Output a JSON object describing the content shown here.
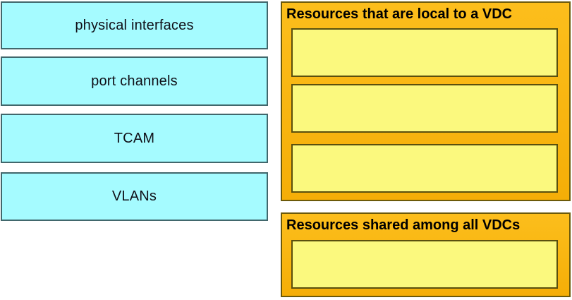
{
  "sources": {
    "items": [
      {
        "label": "physical interfaces"
      },
      {
        "label": "port channels"
      },
      {
        "label": "TCAM"
      },
      {
        "label": "VLANs"
      }
    ]
  },
  "targets": {
    "local": {
      "title": "Resources that are local to a VDC",
      "slot_count": 3,
      "slot_values": [
        "",
        "",
        ""
      ]
    },
    "shared": {
      "title": "Resources shared among all VDCs",
      "slot_count": 1,
      "slot_values": [
        ""
      ]
    }
  },
  "colors": {
    "page-bg": "#ffffff",
    "cyan-fill": "#a5fbff",
    "cyan-border": "#41676c",
    "label-text": "#101018",
    "amber-fill-top": "#fcbe1c",
    "amber-fill-bottom": "#f5ae07",
    "amber-border": "#6b590a",
    "slot-fill": "#fbf97e",
    "slot-border": "#5a500e",
    "title-text": "#000000"
  }
}
